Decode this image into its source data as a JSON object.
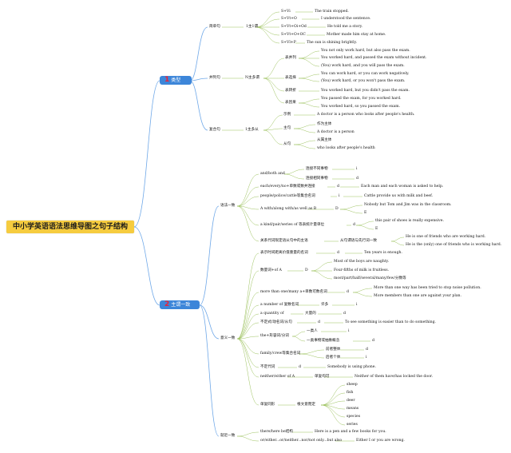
{
  "root": "中小学英语语法思维导图之句子结构",
  "branches": [
    {
      "num": "1",
      "label": "类型"
    },
    {
      "num": "2",
      "label": "主谓一致"
    }
  ],
  "nodes": [
    "简单句",
    "1主1谓",
    "S+Vi",
    "The train stopped.",
    "S+Vt+O",
    "I understood the sentence.",
    "S+Vt+Oi+Od",
    "He told me a story.",
    "S+Vt+O+OC",
    "Mother made him stay at home.",
    "S+Vl+P",
    "The sun is shining brightly.",
    "并列句",
    "N主多谓",
    "表并列",
    "You not only work hard, but also pass the exam.",
    "You worked hard, and passed the exam without incident.",
    "(You) work hard, and you will pass the exam.",
    "表选择",
    "You can work hard, or you can work negatively.",
    "(You) work hard, or you won't pass the exam.",
    "表转折",
    "You worked hard, but you didn't pass the exam.",
    "表因果",
    "You passed the exam, for you worked hard.",
    "You worked hard, so you passed the exam.",
    "复合句",
    "1主多从",
    "示例",
    "A doctor is a person who looks after people's health.",
    "主句",
    "作为主体",
    "A doctor is a person",
    "从句",
    "从属主体",
    "who looks after people's health",
    "语法一致",
    "and/both and",
    "连接不同事物",
    "i",
    "连接相同事物",
    "d",
    "each/every/no+单数或数并连接",
    "d",
    "Each man and each woman is asked to help.",
    "people/police/cattle等集合名词",
    "i",
    "Cattle provide us with milk and beef.",
    "A with/along with/as well as B",
    "D",
    "Nobody but Tom and Jim was in the classroom.",
    "E",
    "a kind/pair/series of 等表统计量单位",
    "d",
    "this pair of shoes is really expensive.",
    "E",
    "关系代词限定语从句中的主语",
    "从句谓语与先行词一致",
    "He is one of friends who are working hard.",
    "He is the (only) one of friends who is working hard.",
    "意义一致",
    "表示时间距离价值重量的名词",
    "d",
    "Ten years is enough.",
    "数量词+of A",
    "D",
    "Most of the boys are naughty.",
    "Four-fifths of milk is fruitless.",
    "most/part/half/several/many/few/分数等",
    "more than one/many a+单数可数名词",
    "d",
    "More than one way has been tried to stop noise pollution.",
    "More members than one are against your plan.",
    "a number of 复数名词",
    "许多",
    "i",
    "a quantity of",
    "大量的",
    "d",
    "不定式/动名词/从句",
    "d",
    "To see something is easier than to do something.",
    "the+形容词/分词",
    "一类人",
    "i",
    "一类事物或抽象概念",
    "d",
    "family/crew等集合名词",
    "前者整体",
    "d",
    "后者个体",
    "i",
    "不定代词",
    "d",
    "Somebody is using phone.",
    "neither/either of A",
    "单复均可",
    "Neither of them have/has locked the door.",
    "单复同形",
    "根文意而定",
    "sheep",
    "fish",
    "deer",
    "means",
    "species",
    "series",
    "就近一致",
    "there/here be结构",
    "Here is a pen and a few books for you.",
    "or/either...or/neither...nor/not only...but also",
    "Either I or you are wrong."
  ]
}
